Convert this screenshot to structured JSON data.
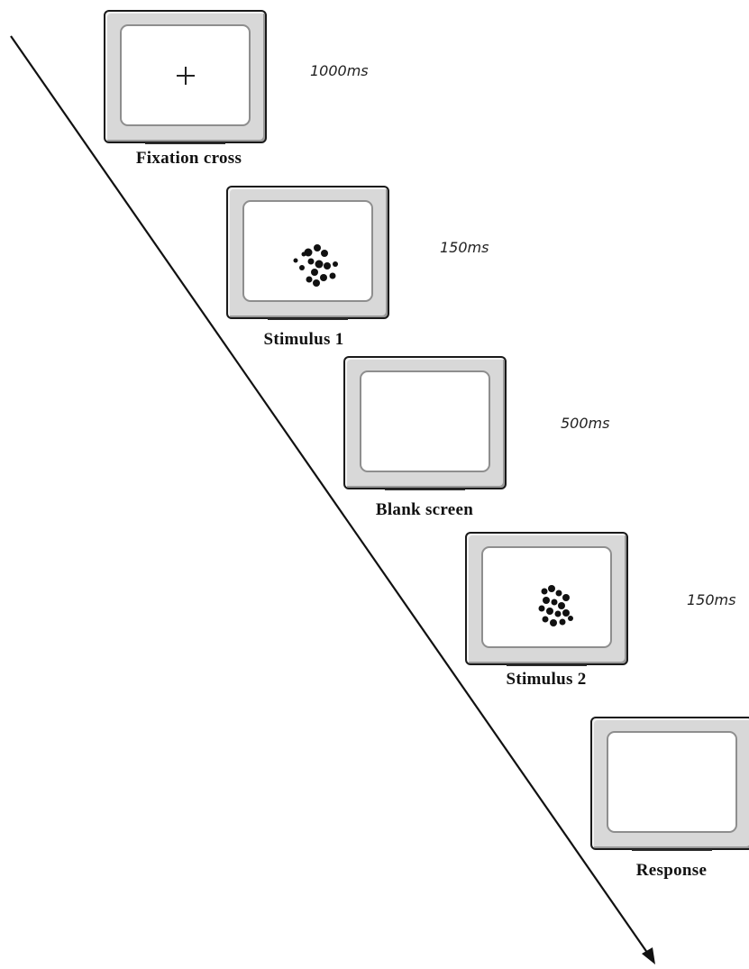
{
  "steps": [
    {
      "label": "Fixation cross",
      "duration": "1000ms",
      "content": "fixation"
    },
    {
      "label": "Stimulus 1",
      "duration": "150ms",
      "content": "dots"
    },
    {
      "label": "Blank screen",
      "duration": "500ms",
      "content": "blank"
    },
    {
      "label": "Stimulus 2",
      "duration": "150ms",
      "content": "dots"
    },
    {
      "label": "Response",
      "duration": "",
      "content": "blank"
    }
  ],
  "colors": {
    "line": "#111111",
    "monitor_bezel": "#d8d8d8",
    "screen": "#ffffff",
    "dot": "#111111"
  }
}
